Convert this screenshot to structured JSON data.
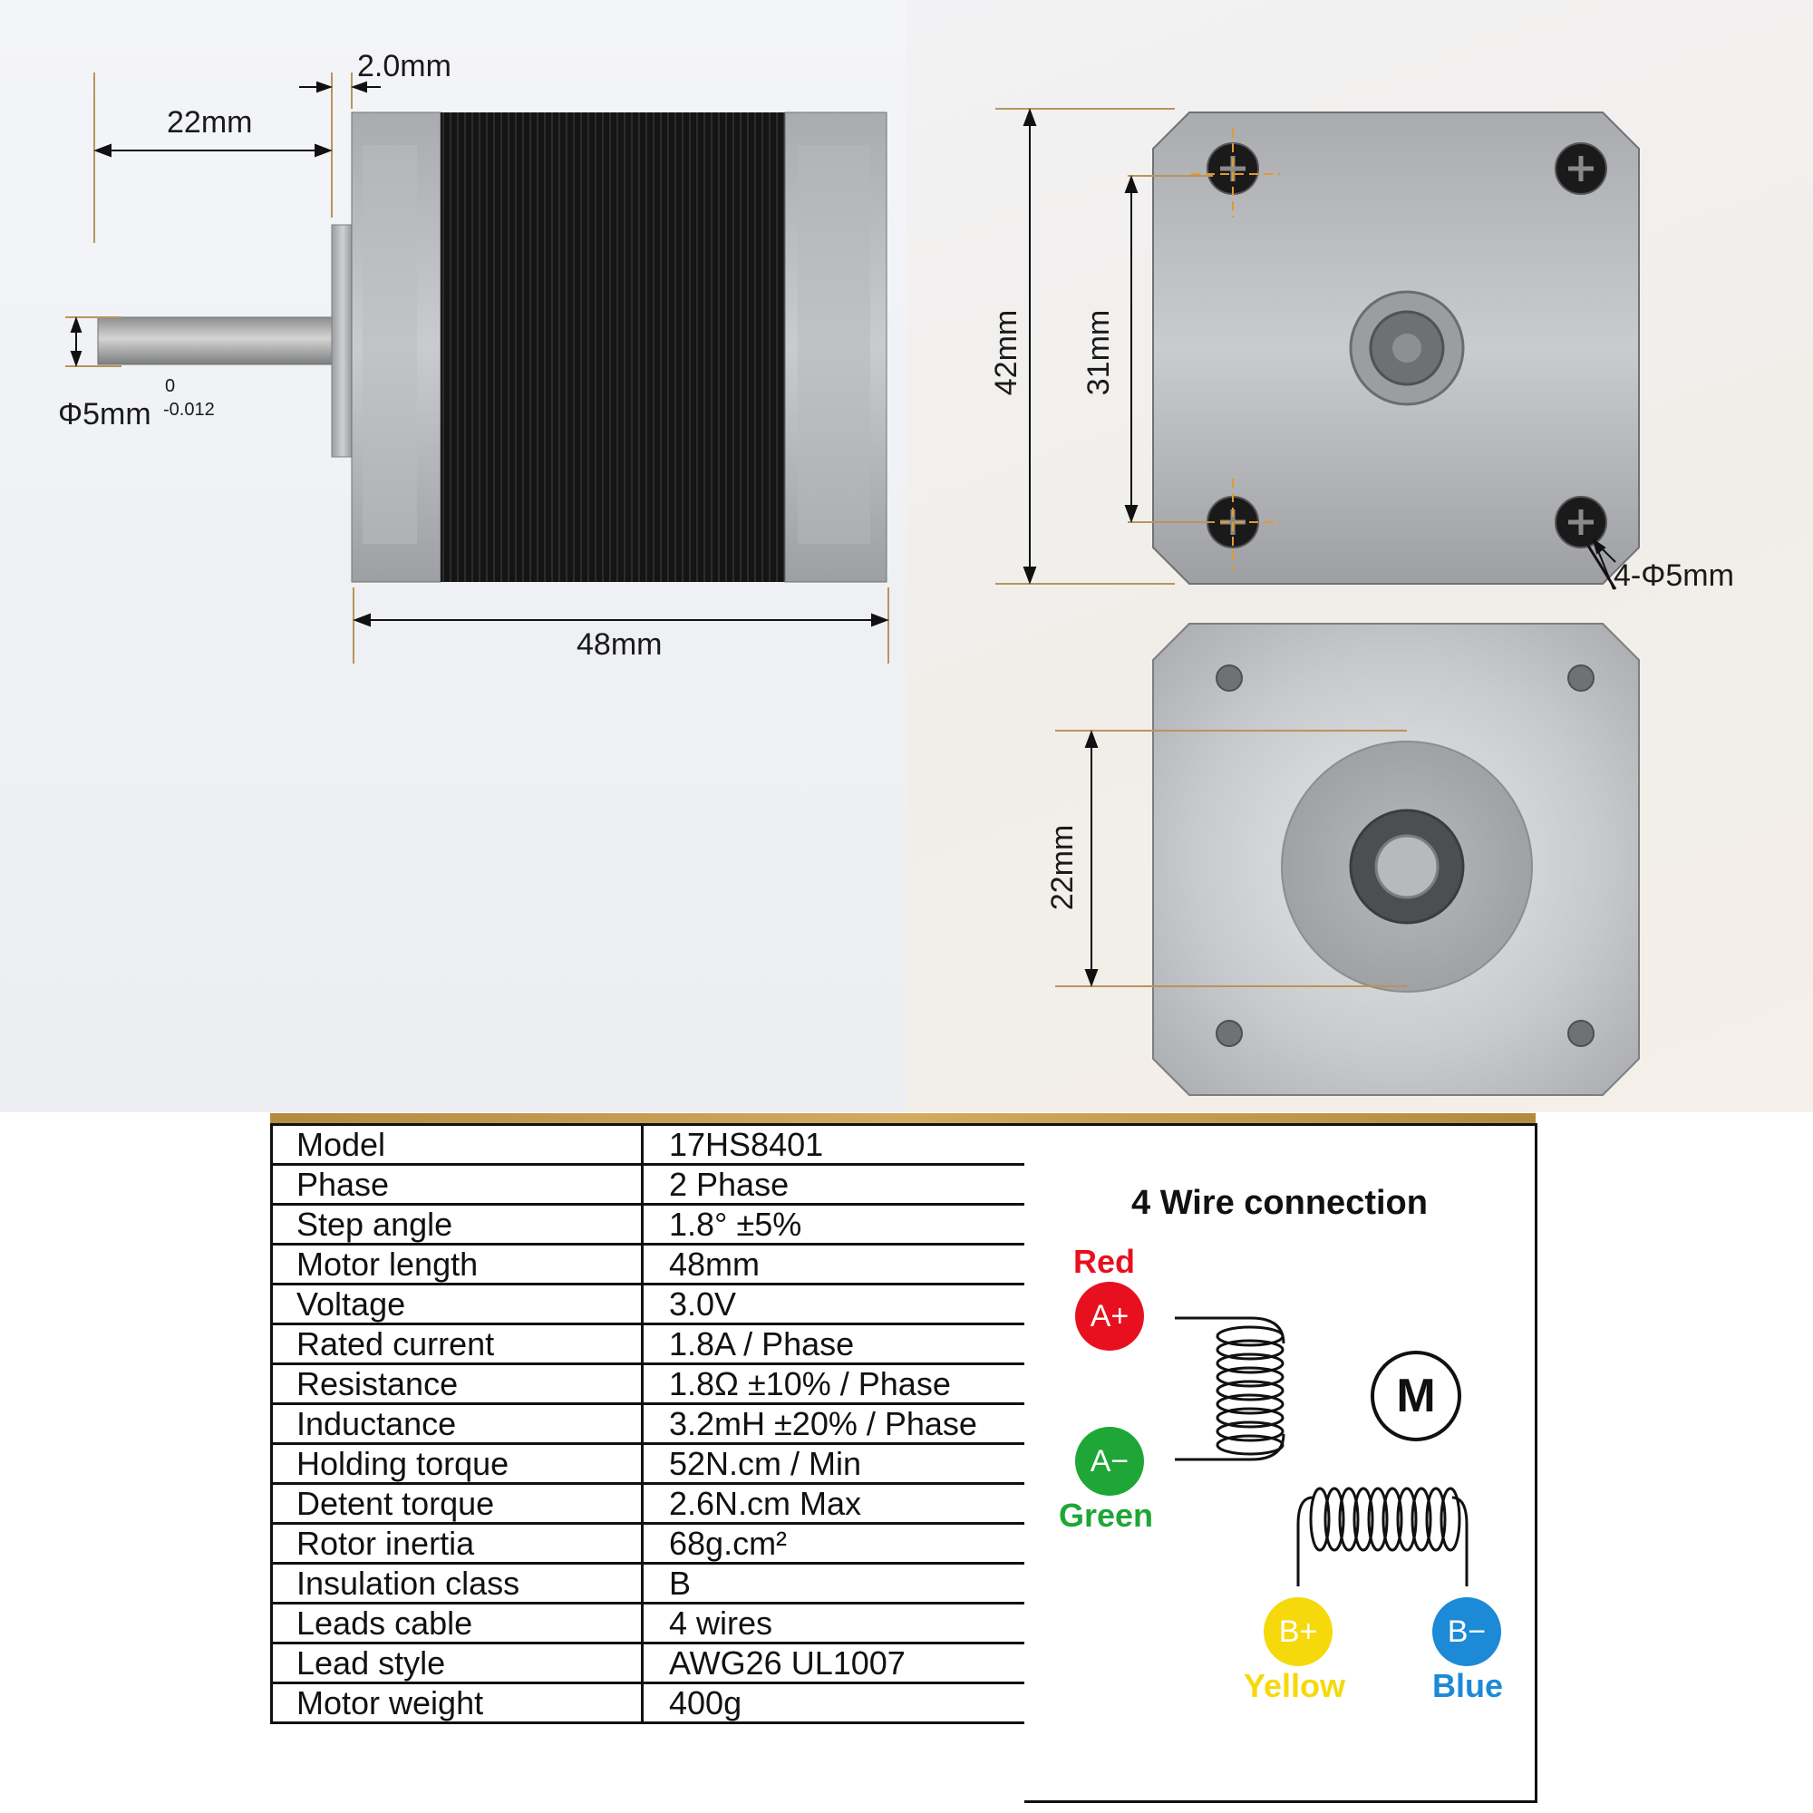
{
  "dimensions": {
    "flange_thickness": "2.0mm",
    "shaft_length": "22mm",
    "shaft_diameter": "Φ5mm",
    "shaft_tol_upper": "0",
    "shaft_tol_lower": "-0.012",
    "motor_length": "48mm",
    "face_size": "42mm",
    "hole_spacing": "31mm",
    "mount_holes": "4-Φ5mm",
    "boss_diameter": "22mm"
  },
  "specs": [
    {
      "label": "Model",
      "value": "17HS8401"
    },
    {
      "label": "Phase",
      "value": "2 Phase"
    },
    {
      "label": "Step angle",
      "value": "1.8°   ±5%"
    },
    {
      "label": "Motor length",
      "value": "48mm"
    },
    {
      "label": "Voltage",
      "value": "3.0V"
    },
    {
      "label": "Rated current",
      "value": "1.8A / Phase"
    },
    {
      "label": "Resistance",
      "value": "1.8Ω  ±10% / Phase"
    },
    {
      "label": "Inductance",
      "value": "3.2mH  ±20% / Phase"
    },
    {
      "label": "Holding torque",
      "value": "52N.cm / Min"
    },
    {
      "label": "Detent torque",
      "value": "2.6N.cm Max"
    },
    {
      "label": "Rotor inertia",
      "value": "68g.cm²"
    },
    {
      "label": "Insulation class",
      "value": "B"
    },
    {
      "label": "Leads cable",
      "value": "4 wires"
    },
    {
      "label": "Lead style",
      "value": "AWG26 UL1007"
    },
    {
      "label": "Motor weight",
      "value": "400g"
    }
  ],
  "wiring": {
    "title": "4 Wire connection",
    "motor_symbol": "M",
    "a_plus": {
      "terminal": "A+",
      "color_name": "Red",
      "color": "#e8101e"
    },
    "a_minus": {
      "terminal": "A−",
      "color_name": "Green",
      "color": "#1ea636"
    },
    "b_plus": {
      "terminal": "B+",
      "color_name": "Yellow",
      "color": "#f5d90a"
    },
    "b_minus": {
      "terminal": "B−",
      "color_name": "Blue",
      "color": "#1c8ad6"
    }
  },
  "colors": {
    "dimension_line": "#b8955a",
    "table_top_bar": "#c49a4c"
  }
}
